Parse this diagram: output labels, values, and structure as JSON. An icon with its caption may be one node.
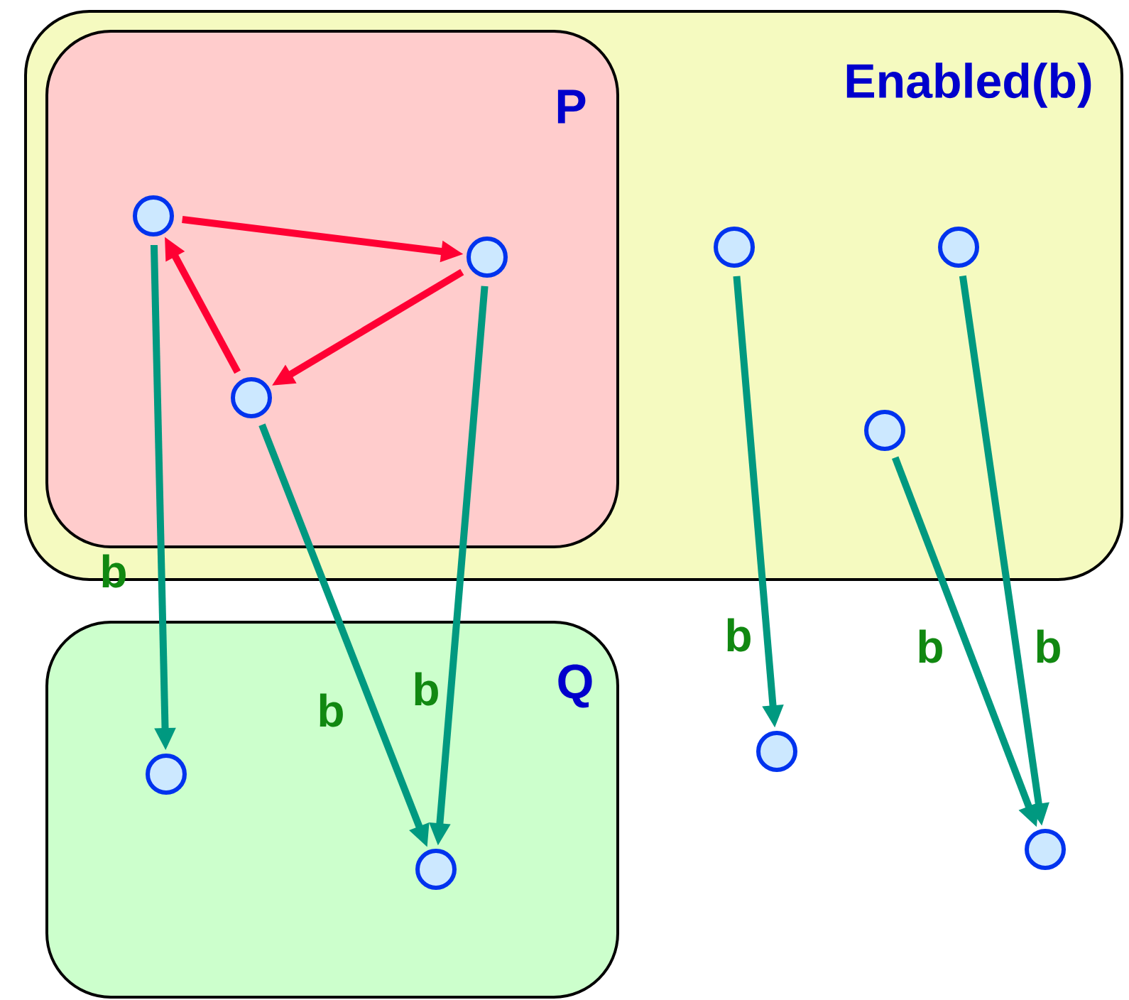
{
  "diagram": {
    "nodes": [
      {
        "text": [
          "Enabled(b)"
        ]
      },
      {
        "text": [
          "P"
        ],
        "in": 0
      },
      {
        "text": [
          "Q"
        ]
      },
      {
        "text": [],
        "shape": "circle",
        "in": 1
      },
      {
        "text": [],
        "shape": "circle",
        "in": 1
      },
      {
        "text": [],
        "shape": "circle",
        "in": 1
      },
      {
        "text": [],
        "shape": "circle",
        "in": 0
      },
      {
        "text": [],
        "shape": "circle",
        "in": 0
      },
      {
        "text": [],
        "shape": "circle",
        "in": 0
      },
      {
        "text": [],
        "shape": "circle",
        "in": 2
      },
      {
        "text": [],
        "shape": "circle",
        "in": 2
      },
      {
        "text": [],
        "shape": "circle"
      },
      {
        "text": [],
        "shape": "circle"
      }
    ],
    "edges": [
      {
        "from": 3,
        "to": 4,
        "arrow": "to",
        "color": "#ff0033"
      },
      {
        "from": 4,
        "to": 5,
        "arrow": "to",
        "color": "#ff0033"
      },
      {
        "from": 5,
        "to": 3,
        "arrow": "to",
        "color": "#ff0033"
      },
      {
        "from": 3,
        "to": 9,
        "arrow": "to",
        "label": "b"
      },
      {
        "from": 5,
        "to": 10,
        "arrow": "to",
        "label": "b"
      },
      {
        "from": 4,
        "to": 10,
        "arrow": "to",
        "label": "b"
      },
      {
        "from": 6,
        "to": 11,
        "arrow": "to",
        "label": "b"
      },
      {
        "from": 8,
        "to": 12,
        "arrow": "to",
        "label": "b"
      },
      {
        "from": 7,
        "to": 12,
        "arrow": "to",
        "label": "b"
      }
    ]
  }
}
